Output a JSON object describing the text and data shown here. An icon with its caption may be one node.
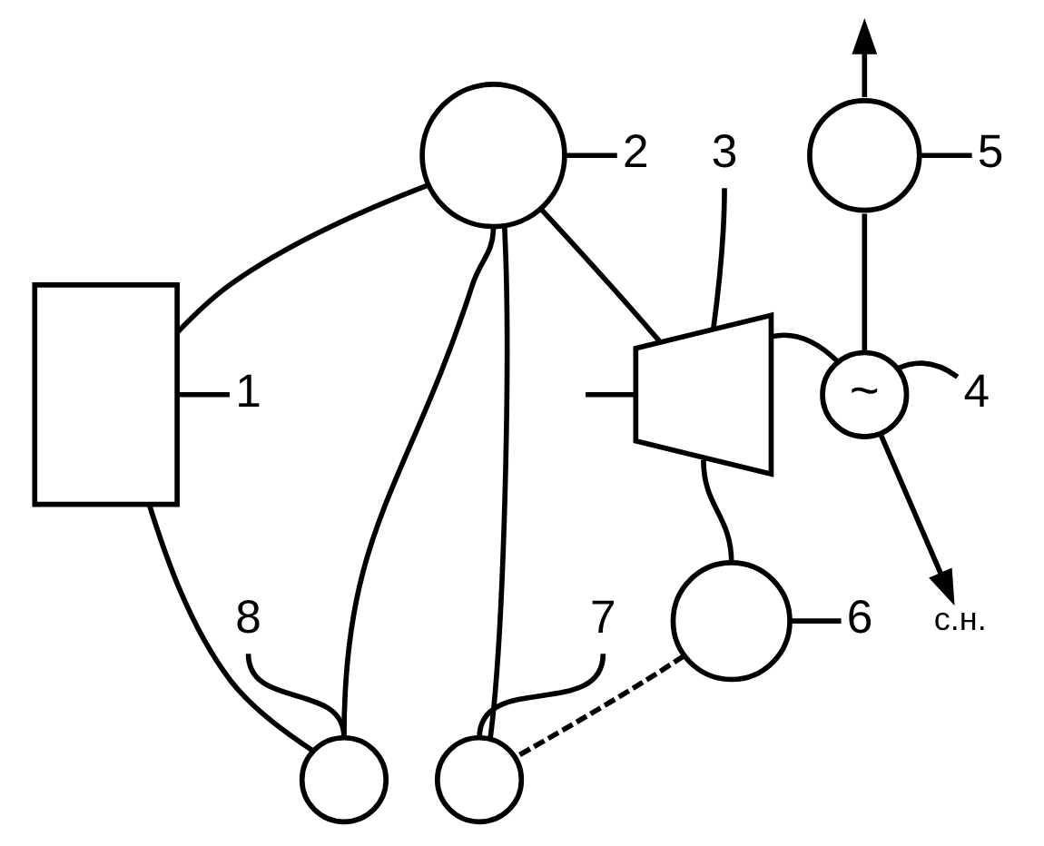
{
  "diagram": {
    "nodes": [
      {
        "text": [],
        "shape": "box"
      },
      {
        "text": [],
        "shape": "circle"
      },
      {
        "text": [],
        "shape": "trapezoid"
      },
      {
        "text": [
          "~"
        ]
      },
      {
        "text": [],
        "shape": "circle"
      },
      {
        "text": [],
        "shape": "circle"
      },
      {
        "text": [],
        "shape": "circle"
      },
      {
        "text": [],
        "shape": "circle"
      },
      {
        "text": [
          "1"
        ]
      },
      {
        "text": [
          "2"
        ]
      },
      {
        "text": [
          "3"
        ]
      },
      {
        "text": [
          "4"
        ]
      },
      {
        "text": [
          "5"
        ]
      },
      {
        "text": [
          "6"
        ]
      },
      {
        "text": [
          "7"
        ]
      },
      {
        "text": [
          "8"
        ]
      },
      {
        "text": [
          "с.н."
        ]
      }
    ],
    "edges": [
      {
        "from": 0,
        "to": 1,
        "arrow": "none"
      },
      {
        "from": 1,
        "to": 7,
        "arrow": "none"
      },
      {
        "from": 7,
        "to": 0,
        "arrow": "none"
      },
      {
        "from": 1,
        "to": 2,
        "arrow": "none"
      },
      {
        "from": 2,
        "to": 3,
        "arrow": "none"
      },
      {
        "from": 2,
        "to": 5,
        "arrow": "none"
      },
      {
        "from": 5,
        "to": 6,
        "arrow": "none",
        "style": "dashed"
      },
      {
        "from": 6,
        "to": 1,
        "arrow": "none"
      },
      {
        "from": 3,
        "to": 4,
        "arrow": "none"
      },
      {
        "from": 4,
        "to": null,
        "arrow": "to"
      },
      {
        "from": 3,
        "to": 16,
        "arrow": "to"
      },
      {
        "from": null,
        "to": 2,
        "arrow": "none"
      },
      {
        "from": 0,
        "to": 8,
        "arrow": "none"
      },
      {
        "from": 1,
        "to": 9,
        "arrow": "none"
      },
      {
        "from": 10,
        "to": 2,
        "arrow": "none"
      },
      {
        "from": 3,
        "to": 11,
        "arrow": "none"
      },
      {
        "from": 4,
        "to": 12,
        "arrow": "none"
      },
      {
        "from": 5,
        "to": 13,
        "arrow": "none"
      },
      {
        "from": 14,
        "to": 6,
        "arrow": "none"
      },
      {
        "from": 15,
        "to": 7,
        "arrow": "none"
      }
    ]
  }
}
